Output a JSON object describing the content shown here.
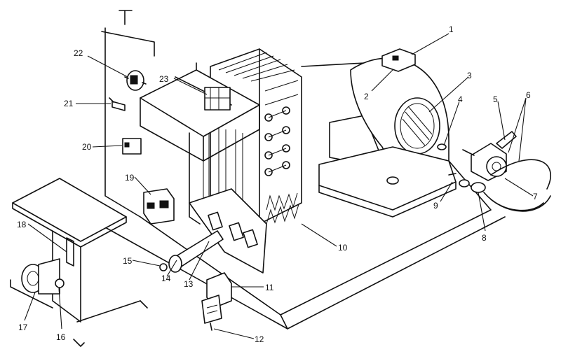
{
  "diagram": {
    "callouts": [
      {
        "id": "part-1",
        "label": "1"
      },
      {
        "id": "part-2",
        "label": "2"
      },
      {
        "id": "part-3",
        "label": "3"
      },
      {
        "id": "part-4",
        "label": "4"
      },
      {
        "id": "part-5",
        "label": "5"
      },
      {
        "id": "part-6",
        "label": "6"
      },
      {
        "id": "part-7",
        "label": "7"
      },
      {
        "id": "part-8",
        "label": "8"
      },
      {
        "id": "part-9",
        "label": "9"
      },
      {
        "id": "part-10",
        "label": "10"
      },
      {
        "id": "part-11",
        "label": "11"
      },
      {
        "id": "part-12",
        "label": "12"
      },
      {
        "id": "part-13",
        "label": "13"
      },
      {
        "id": "part-14",
        "label": "14"
      },
      {
        "id": "part-15",
        "label": "15"
      },
      {
        "id": "part-16",
        "label": "16"
      },
      {
        "id": "part-17",
        "label": "17"
      },
      {
        "id": "part-18",
        "label": "18"
      },
      {
        "id": "part-19",
        "label": "19"
      },
      {
        "id": "part-20",
        "label": "20"
      },
      {
        "id": "part-21",
        "label": "21"
      },
      {
        "id": "part-22",
        "label": "22"
      },
      {
        "id": "part-23",
        "label": "23"
      }
    ],
    "colors": {
      "ink": "#111111",
      "paper": "#ffffff"
    }
  }
}
